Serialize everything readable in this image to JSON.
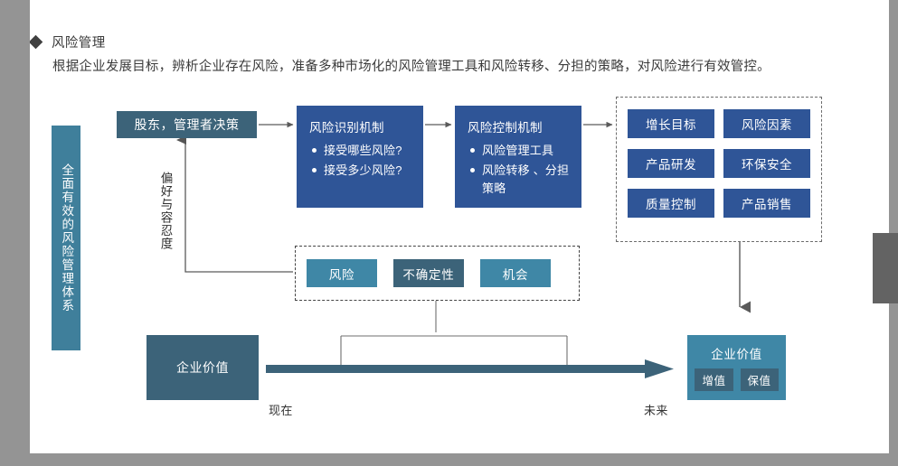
{
  "header": {
    "bullet_icon": "diamond-icon",
    "title": "风险管理",
    "subtitle": "根据企业发展目标，辨析企业存在风险，准备多种市场化的风险管理工具和风险转移、分担的策略，对风险进行有效管控。"
  },
  "side_banner": {
    "label": "全面有效的风险管理体系",
    "color": "#3f7f9b"
  },
  "flow": {
    "decision_box": {
      "label": "股东，管理者决策",
      "color": "#3c6379"
    },
    "identify_box": {
      "title": "风险识别机制",
      "items": [
        "接受哪些风险?",
        "接受多少风险?"
      ],
      "color": "#2f5597"
    },
    "control_box": {
      "title": "风险控制机制",
      "items": [
        "风险管理工具",
        "风险转移 、分担策略"
      ],
      "color": "#2f5597"
    },
    "preference_label": "偏好与容忍度"
  },
  "objectives_group": {
    "border_style": "dashed",
    "cells": [
      "增长目标",
      "风险因素",
      "产品研发",
      "环保安全",
      "质量控制",
      "产品销售"
    ],
    "color": "#2f5597"
  },
  "middle_group": {
    "border_style": "dashed",
    "cells": [
      {
        "label": "风险",
        "color": "#3f87a6"
      },
      {
        "label": "不确定性",
        "color": "#3c6379"
      },
      {
        "label": "机会",
        "color": "#3f87a6"
      }
    ]
  },
  "bottom": {
    "value_now": {
      "label": "企业价值",
      "color": "#3c6379"
    },
    "value_future": {
      "label": "企业价值",
      "tags": [
        "增值",
        "保值"
      ],
      "color": "#3f87a6",
      "tag_color": "#3c6379"
    },
    "timeline": {
      "start_label": "现在",
      "end_label": "未来",
      "color": "#3c6379"
    }
  },
  "scrollbar": {
    "track_color": "#949494",
    "thumb_color": "#636363"
  }
}
